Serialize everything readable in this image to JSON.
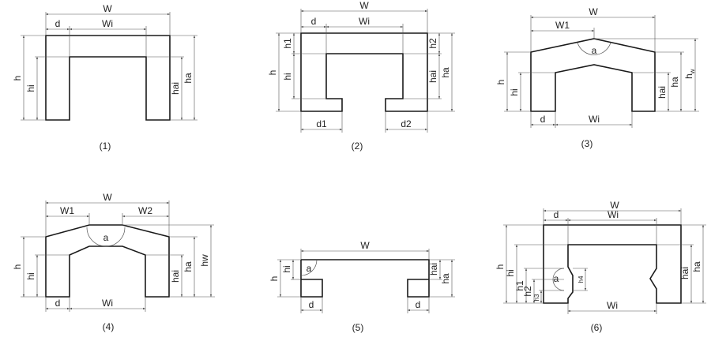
{
  "figures": [
    {
      "caption": "(1)",
      "labels": {
        "W": "W",
        "d": "d",
        "Wi": "Wi",
        "h": "h",
        "hi": "hi",
        "hai": "hai",
        "ha": "ha"
      }
    },
    {
      "caption": "(2)",
      "labels": {
        "W": "W",
        "d": "d",
        "Wi": "Wi",
        "h": "h",
        "h1": "h1",
        "hi": "hi",
        "h2": "h2",
        "hai": "hai",
        "ha": "ha",
        "d1": "d1",
        "d2": "d2"
      }
    },
    {
      "caption": "(3)",
      "labels": {
        "W": "W",
        "W1": "W1",
        "a": "a",
        "h": "h",
        "hi": "hi",
        "ha": "ha",
        "hai": "hai",
        "hw": "h",
        "hw_sub": "w",
        "d": "d",
        "Wi": "Wi"
      }
    },
    {
      "caption": "(4)",
      "labels": {
        "W": "W",
        "W1": "W1",
        "W2": "W2",
        "a": "a",
        "h": "h",
        "hi": "hi",
        "hai": "hai",
        "ha": "ha",
        "hw": "hw",
        "d": "d",
        "Wi": "Wi"
      }
    },
    {
      "caption": "(5)",
      "labels": {
        "W": "W",
        "a": "a",
        "h": "h",
        "hi": "hi",
        "hai": "hai",
        "ha": "ha",
        "d1": "d",
        "d2": "d"
      }
    },
    {
      "caption": "(6)",
      "labels": {
        "W": "W",
        "d": "d",
        "Wi": "Wi",
        "Wi2": "Wi",
        "h": "h",
        "hi": "hi",
        "h1": "h1",
        "h2": "h2",
        "h3": "h3",
        "h4": "h4",
        "a": "a",
        "hai": "hai",
        "ha": "ha"
      }
    }
  ]
}
